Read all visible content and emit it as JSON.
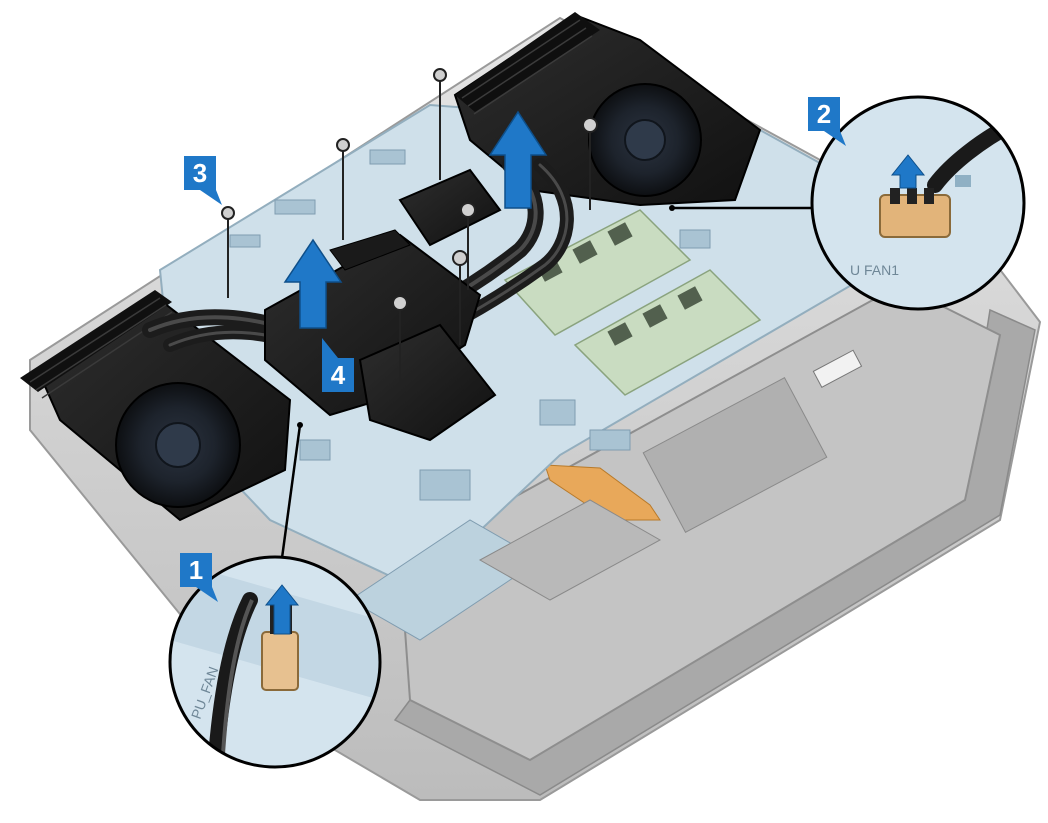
{
  "figure": {
    "kind": "exploded-assembly-illustration",
    "subject": "laptop system board with dual fan heat-sink assembly, memory modules and battery",
    "callouts": [
      {
        "number": "1",
        "target": "left fan cable connector (inset)"
      },
      {
        "number": "2",
        "target": "right fan cable connector (inset)"
      },
      {
        "number": "3",
        "target": "captive screws"
      },
      {
        "number": "4",
        "target": "heat-sink assembly lift direction"
      }
    ],
    "board_silkscreen": {
      "left_inset": "PU_FAN",
      "right_inset": "U FAN1"
    }
  },
  "colors": {
    "callout_fill": "#1f78c8",
    "arrow_fill": "#1f78c8",
    "heatsink": "#1b1b1b",
    "copper_pipe": "#2a2a2a",
    "board": "#cfe0ea",
    "chassis": "#d9d9d9",
    "battery": "#bdbdbd",
    "memory": "#c9dcc1"
  }
}
